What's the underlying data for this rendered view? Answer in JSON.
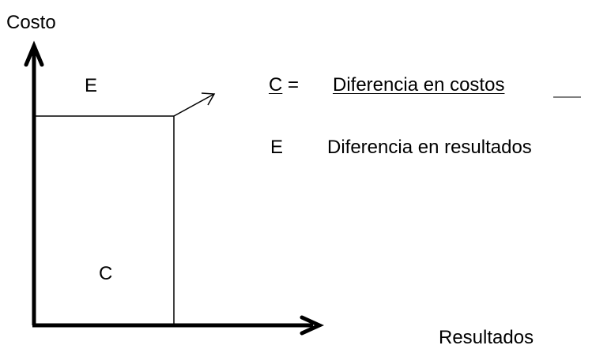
{
  "axes": {
    "y_label": "Costo",
    "x_label": "Resultados"
  },
  "regions": {
    "top": "E",
    "bottom": "C"
  },
  "formula": {
    "numerator_symbol": "C",
    "equals": "=",
    "numerator_text": "Diferencia en costos",
    "denominator_symbol": "E",
    "denominator_text": "Diferencia en resultados"
  },
  "colors": {
    "stroke": "#000000",
    "text": "#000000"
  }
}
